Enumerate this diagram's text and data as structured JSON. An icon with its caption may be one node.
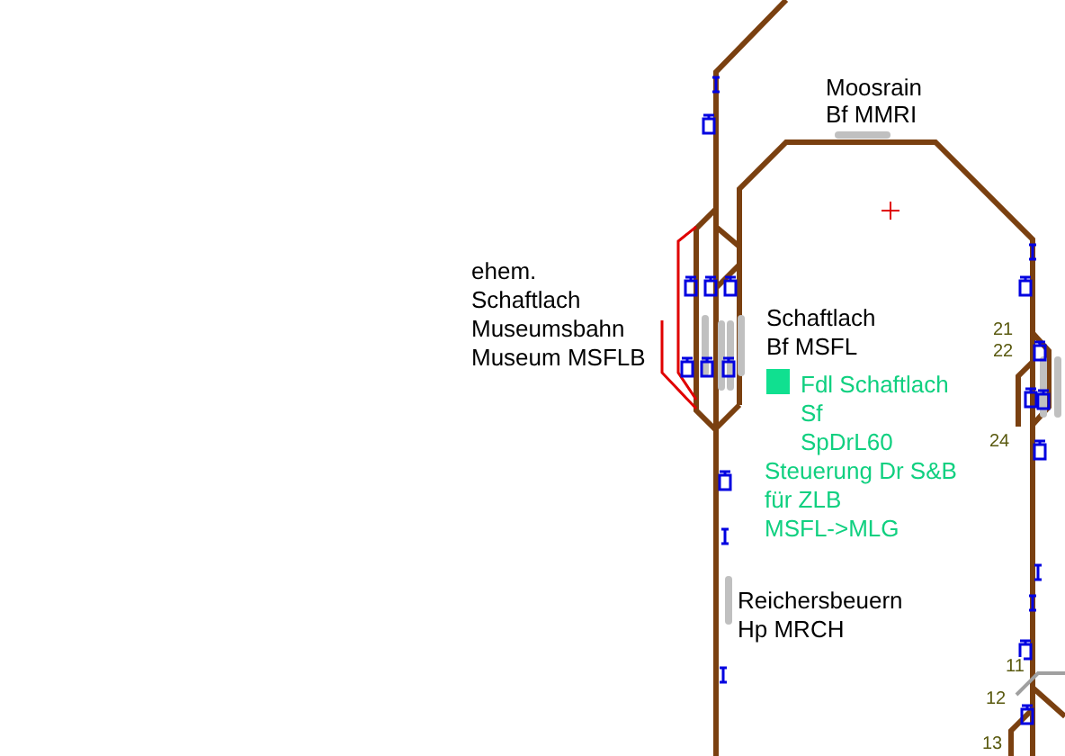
{
  "diagram": {
    "labels": [
      "Moosrain",
      "Bf MMRI",
      "ehem.",
      "Schaftlach",
      "Museumsbahn",
      "Museum MSFLB",
      "Schaftlach",
      "Bf MSFL",
      "21",
      "22",
      "Fdl Schaftlach",
      "Sf",
      "SpDrL60",
      "24",
      "Steuerung Dr S&B",
      "für ZLB",
      "MSFL->MLG",
      "Reichersbeuern",
      "Hp MRCH",
      "11",
      "12",
      "13"
    ]
  }
}
